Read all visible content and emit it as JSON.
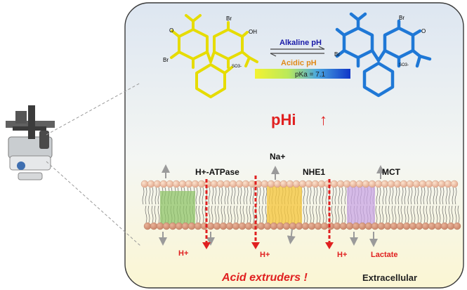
{
  "equilibrium": {
    "forward_label": "Alkaline pH",
    "reverse_label": "Acidic pH",
    "pka_label": "pKa = 7.1"
  },
  "molecules": {
    "yellow_atoms": {
      "br1": "Br",
      "oh": "OH",
      "o": "O",
      "br2": "Br",
      "so3": "SO3-"
    },
    "blue_atoms": {
      "br1": "Br",
      "o1": "O",
      "br2": "Br",
      "so3": "SO3-"
    }
  },
  "main": {
    "phi_label": "pHi",
    "phi_arrow": "↑"
  },
  "membrane": {
    "transporters": [
      {
        "name": "H+-ATPase",
        "color": "#8fc46a"
      },
      {
        "name": "NHE1",
        "color": "#f5c842"
      },
      {
        "name": "MCT",
        "color": "#c9a6e6"
      }
    ],
    "na_label": "Na+",
    "h_labels": [
      "H+",
      "H+",
      "H+"
    ],
    "lactate_label": "Lactate"
  },
  "footer": {
    "acid_extruders": "Acid extruders !",
    "extracellular": "Extracellular"
  },
  "colors": {
    "red": "#e02020",
    "dark_red": "#d42a1a",
    "yellow_molecule": "#e6dc00",
    "blue_molecule": "#1f78d6",
    "alkaline_text": "#1a1aa8",
    "acidic_text": "#e08a1a"
  }
}
